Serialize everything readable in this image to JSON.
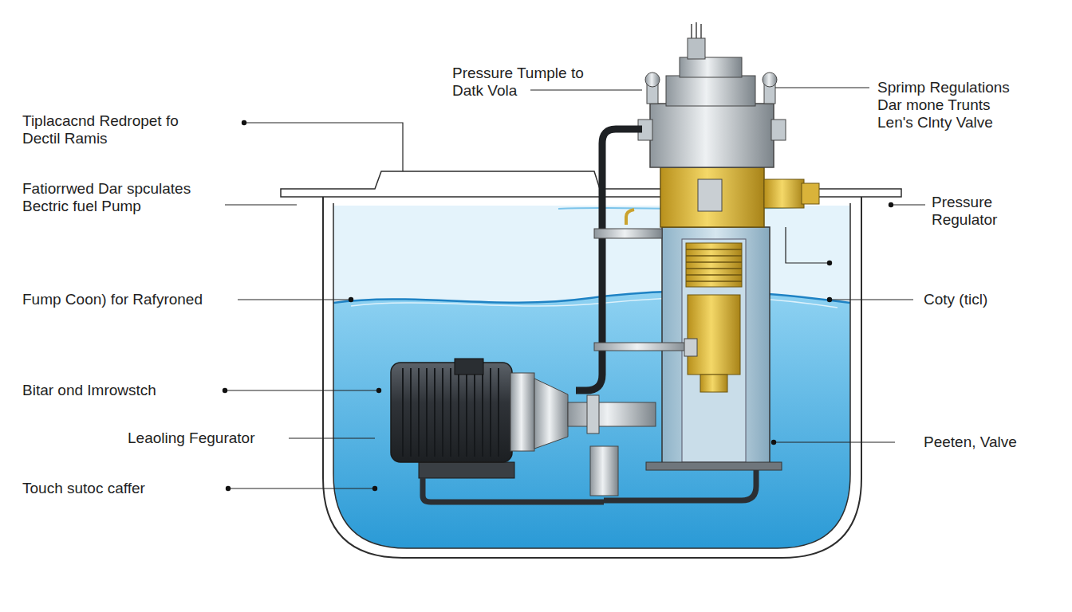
{
  "diagram": {
    "labels": [
      "Pressure Tumple to Datk Vola",
      "Sprimp Regulations Dar mone Trunts Len's Clnty Valve",
      "Tiplacacnd Redropet fo Dectil Ramis",
      "Fatiorrwed Dar spculates Bectric fuel Pump",
      "Pressure Regulator",
      "Fump Coon) for Rafyroned",
      "Coty (ticl)",
      "Bitar ond Imrowstch",
      "Leaoling Fegurator",
      "Peeten, Valve",
      "Touch sutoc caffer"
    ]
  }
}
